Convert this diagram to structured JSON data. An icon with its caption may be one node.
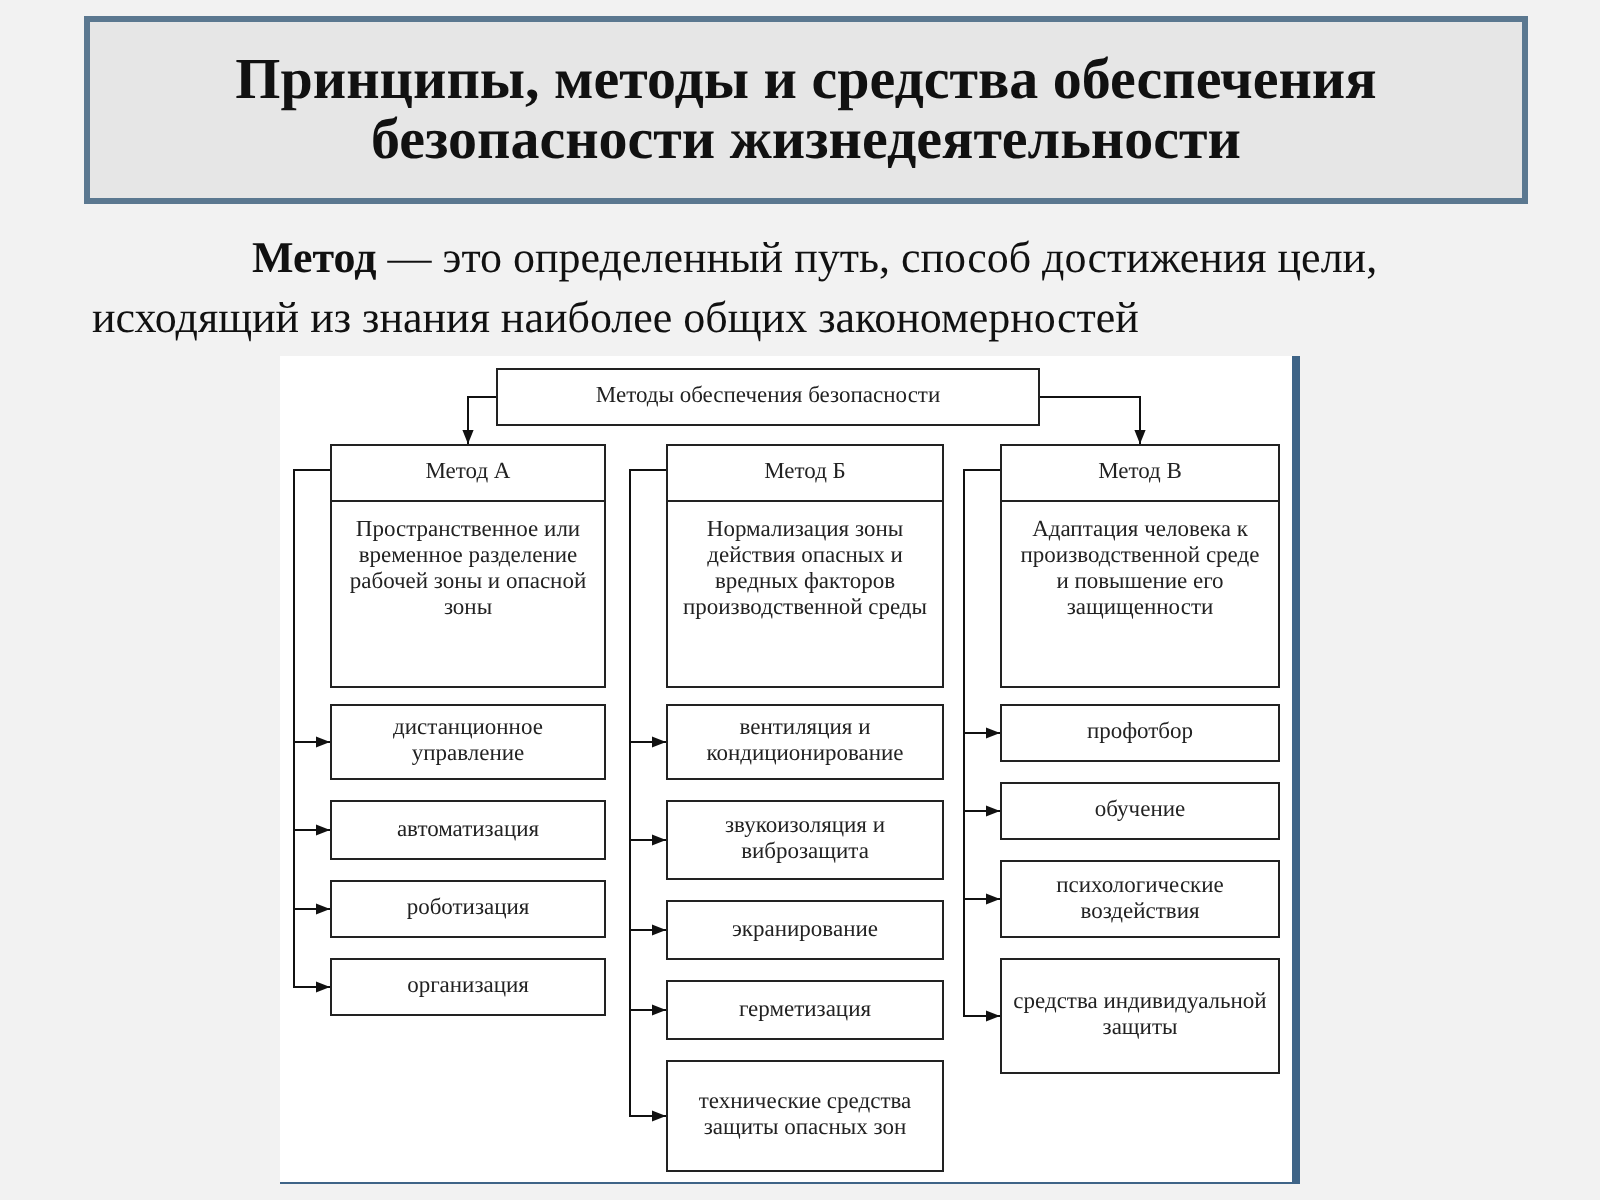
{
  "diagram": {
    "title": "Принципы, методы и средства обеспечения безопасности жизнедеятельности",
    "nodes": [
      {
        "text": [
          "Методы обеспечения безопасности"
        ]
      },
      {
        "text": [
          "Метод А",
          "Пространственное или временное разделение рабочей зоны и опасной зоны"
        ]
      },
      {
        "text": [
          "Метод Б",
          "Нормализация зоны действия опасных и вредных факторов производственной среды"
        ]
      },
      {
        "text": [
          "Метод В",
          "Адаптация человека к производственной среде и повышение его защищенности"
        ]
      },
      {
        "text": [
          "дистанционное управление"
        ]
      },
      {
        "text": [
          "автоматизация"
        ]
      },
      {
        "text": [
          "роботизация"
        ]
      },
      {
        "text": [
          "организация"
        ]
      },
      {
        "text": [
          "вентиляция и кондиционирование"
        ]
      },
      {
        "text": [
          "звукоизоляция и виброзащита"
        ]
      },
      {
        "text": [
          "экранирование"
        ]
      },
      {
        "text": [
          "герметизация"
        ]
      },
      {
        "text": [
          "технические средства защиты опасных зон"
        ]
      },
      {
        "text": [
          "профотбор"
        ]
      },
      {
        "text": [
          "обучение"
        ]
      },
      {
        "text": [
          "психологические воздействия"
        ]
      },
      {
        "text": [
          "средства индивидуальной защиты"
        ]
      }
    ],
    "edges": [
      {
        "from": 0,
        "to": 1,
        "arrow": "to"
      },
      {
        "from": 0,
        "to": 3,
        "arrow": "to"
      },
      {
        "from": 1,
        "to": 4,
        "arrow": "to"
      },
      {
        "from": 1,
        "to": 5,
        "arrow": "to"
      },
      {
        "from": 1,
        "to": 6,
        "arrow": "to"
      },
      {
        "from": 1,
        "to": 7,
        "arrow": "to"
      },
      {
        "from": 2,
        "to": 8,
        "arrow": "to"
      },
      {
        "from": 2,
        "to": 9,
        "arrow": "to"
      },
      {
        "from": 2,
        "to": 10,
        "arrow": "to"
      },
      {
        "from": 2,
        "to": 11,
        "arrow": "to"
      },
      {
        "from": 2,
        "to": 12,
        "arrow": "to"
      },
      {
        "from": 3,
        "to": 13,
        "arrow": "to"
      },
      {
        "from": 3,
        "to": 14,
        "arrow": "to"
      },
      {
        "from": 3,
        "to": 15,
        "arrow": "to"
      },
      {
        "from": 3,
        "to": 16,
        "arrow": "to"
      }
    ],
    "labels": [
      "**Метод** — это определенный путь, способ достижения цели, исходящий из знания наиболее общих закономерностей"
    ]
  }
}
